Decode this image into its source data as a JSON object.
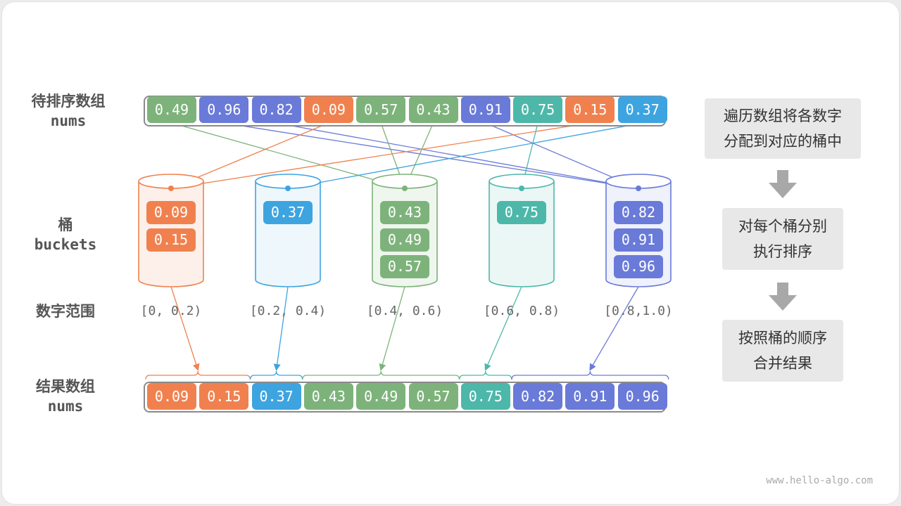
{
  "colors": {
    "orange": "#f0814f",
    "blue": "#3ea4e0",
    "green": "#7db37b",
    "teal": "#4db8aa",
    "purple": "#6a7ad8"
  },
  "labels": {
    "input_cn": "待排序数组",
    "input_en": "nums",
    "buckets_cn": "桶",
    "buckets_en": "buckets",
    "range_cn": "数字范围",
    "output_cn": "结果数组",
    "output_en": "nums"
  },
  "input": [
    {
      "v": "0.49",
      "b": 2
    },
    {
      "v": "0.96",
      "b": 4
    },
    {
      "v": "0.82",
      "b": 4
    },
    {
      "v": "0.09",
      "b": 0
    },
    {
      "v": "0.57",
      "b": 2
    },
    {
      "v": "0.43",
      "b": 2
    },
    {
      "v": "0.91",
      "b": 4
    },
    {
      "v": "0.75",
      "b": 3
    },
    {
      "v": "0.15",
      "b": 0
    },
    {
      "v": "0.37",
      "b": 1
    }
  ],
  "buckets": [
    {
      "color": "orange",
      "range": "[0, 0.2)",
      "items": [
        "0.09",
        "0.15"
      ]
    },
    {
      "color": "blue",
      "range": "[0.2, 0.4)",
      "items": [
        "0.37"
      ]
    },
    {
      "color": "green",
      "range": "[0.4, 0.6)",
      "items": [
        "0.43",
        "0.49",
        "0.57"
      ]
    },
    {
      "color": "teal",
      "range": "[0.6, 0.8)",
      "items": [
        "0.75"
      ]
    },
    {
      "color": "purple",
      "range": "[0.8,1.0)",
      "items": [
        "0.82",
        "0.91",
        "0.96"
      ]
    }
  ],
  "output": [
    {
      "v": "0.09",
      "b": 0
    },
    {
      "v": "0.15",
      "b": 0
    },
    {
      "v": "0.37",
      "b": 1
    },
    {
      "v": "0.43",
      "b": 2
    },
    {
      "v": "0.49",
      "b": 2
    },
    {
      "v": "0.57",
      "b": 2
    },
    {
      "v": "0.75",
      "b": 3
    },
    {
      "v": "0.82",
      "b": 4
    },
    {
      "v": "0.91",
      "b": 4
    },
    {
      "v": "0.96",
      "b": 4
    }
  ],
  "steps": [
    "遍历数组将各数字\n分配到对应的桶中",
    "对每个桶分别\n执行排序",
    "按照桶的顺序\n合并结果"
  ],
  "credit": "www.hello-algo.com"
}
